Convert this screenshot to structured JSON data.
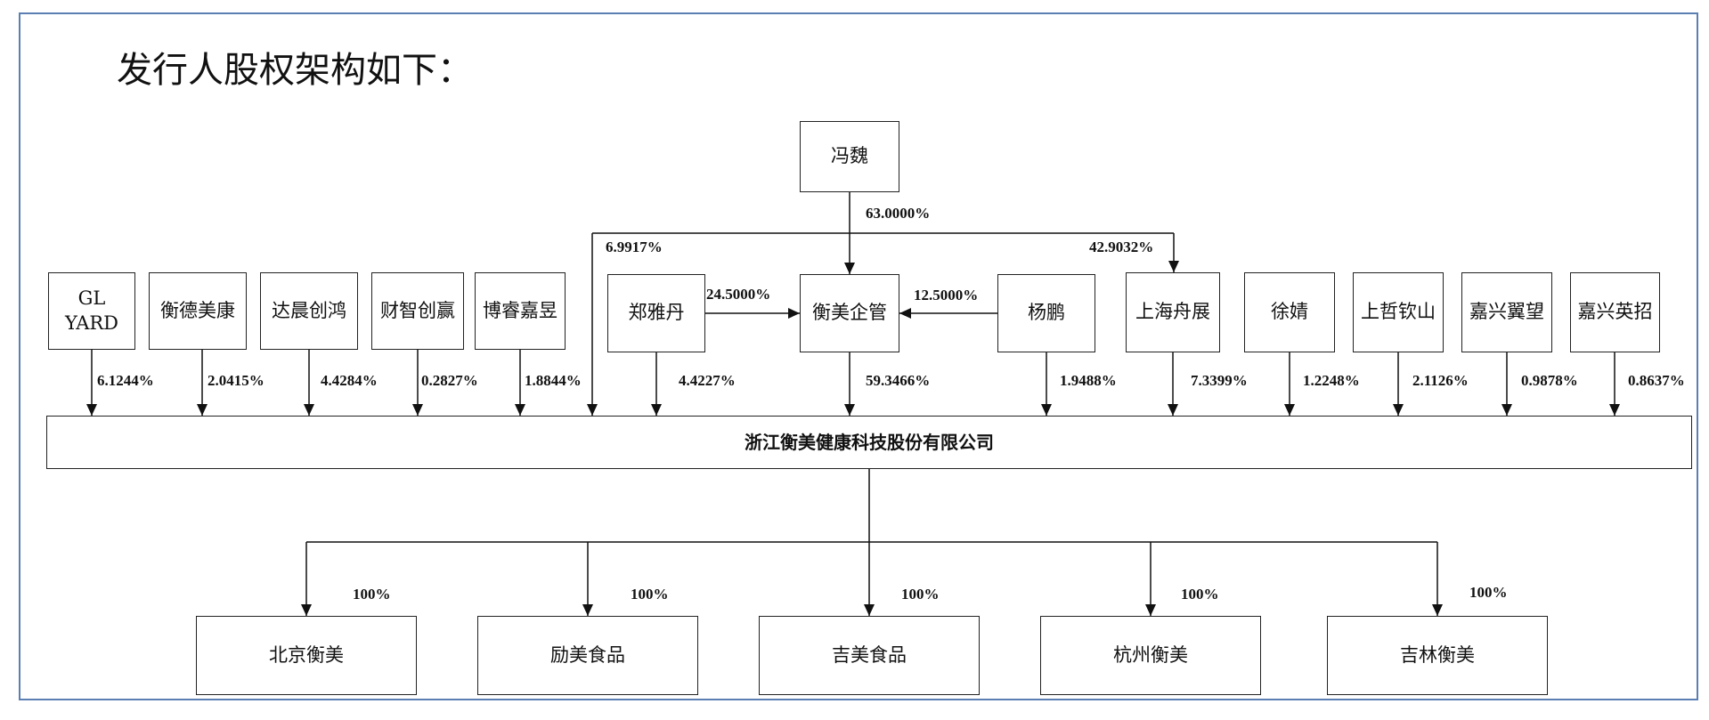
{
  "heading": "发行人股权架构如下：",
  "top_holder": "冯魏",
  "top_links": {
    "to_hengmei": "63.0000%",
    "to_shanghai": "42.9032%",
    "to_issuer": "6.9917%"
  },
  "mid": {
    "zheng": "郑雅丹",
    "hengmei": "衡美企管",
    "yang": "杨鹏",
    "zheng_to_hengmei": "24.5000%",
    "yang_to_hengmei": "12.5000%"
  },
  "shareholders": [
    {
      "name": "GL\nYARD",
      "pct": "6.1244%"
    },
    {
      "name": "衡德美康",
      "pct": "2.0415%"
    },
    {
      "name": "达晨创鸿",
      "pct": "4.4284%"
    },
    {
      "name": "财智创赢",
      "pct": "0.2827%"
    },
    {
      "name": "博睿嘉昱",
      "pct": "1.8844%"
    },
    {
      "name": "郑雅丹",
      "pct": "4.4227%"
    },
    {
      "name": "衡美企管",
      "pct": "59.3466%"
    },
    {
      "name": "杨鹏",
      "pct": "1.9488%"
    },
    {
      "name": "上海舟展",
      "pct": "7.3399%"
    },
    {
      "name": "徐婧",
      "pct": "1.2248%"
    },
    {
      "name": "上哲钦山",
      "pct": "2.1126%"
    },
    {
      "name": "嘉兴翼望",
      "pct": "0.9878%"
    },
    {
      "name": "嘉兴英招",
      "pct": "0.8637%"
    }
  ],
  "issuer": "浙江衡美健康科技股份有限公司",
  "subsidiaries": [
    {
      "name": "北京衡美",
      "pct": "100%"
    },
    {
      "name": "励美食品",
      "pct": "100%"
    },
    {
      "name": "吉美食品",
      "pct": "100%"
    },
    {
      "name": "杭州衡美",
      "pct": "100%"
    },
    {
      "name": "吉林衡美",
      "pct": "100%"
    }
  ]
}
